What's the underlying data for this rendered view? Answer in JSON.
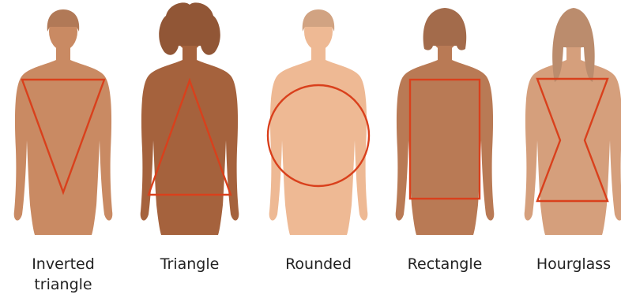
{
  "figures": [
    {
      "label": "Inverted\ntriangle",
      "shape": "inverted-triangle",
      "skin": "#c98a63",
      "hair": "short"
    },
    {
      "label": "Triangle",
      "shape": "triangle",
      "skin": "#a5623d",
      "hair": "curly"
    },
    {
      "label": "Rounded",
      "shape": "circle",
      "skin": "#eeb994",
      "hair": "short"
    },
    {
      "label": "Rectangle",
      "shape": "rectangle",
      "skin": "#b97a55",
      "hair": "bob"
    },
    {
      "label": "Hourglass",
      "shape": "hourglass",
      "skin": "#d59f7c",
      "hair": "long"
    }
  ],
  "colors": {
    "outline": "#d9401c",
    "text": "#222222",
    "background": "#ffffff"
  }
}
